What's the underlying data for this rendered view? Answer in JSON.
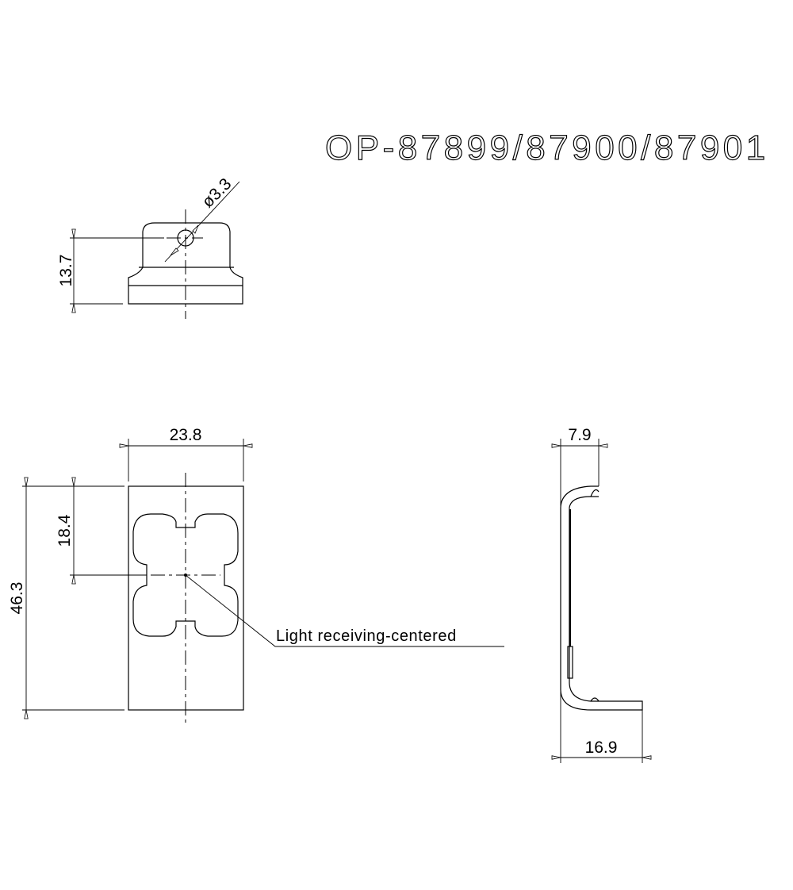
{
  "drawing": {
    "title": "OP-87899/87900/87901",
    "top_view": {
      "height_dim": "13.7",
      "hole_dim": "ø3.3"
    },
    "front_view": {
      "width_dim": "23.8",
      "height_dim": "46.3",
      "center_offset_dim": "18.4",
      "callout": "Light receiving-centered"
    },
    "side_view": {
      "top_depth_dim": "7.9",
      "bottom_depth_dim": "16.9"
    }
  }
}
